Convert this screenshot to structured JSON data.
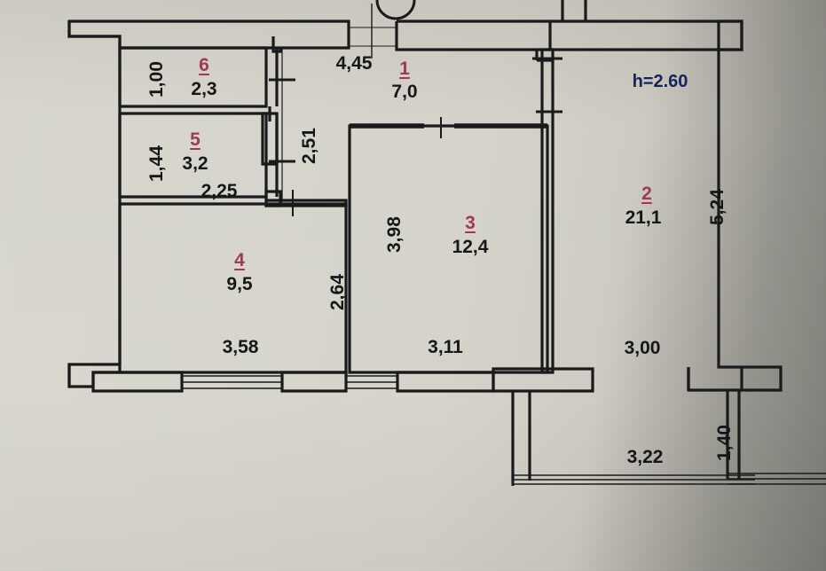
{
  "document": {
    "type": "apartment-floor-plan",
    "ceiling_height_label": "h=2.60"
  },
  "rooms": [
    {
      "id": "room-1",
      "number": "1",
      "area": "7,0",
      "role": "hallway"
    },
    {
      "id": "room-2",
      "number": "2",
      "area": "21,1",
      "role": "living-room"
    },
    {
      "id": "room-3",
      "number": "3",
      "area": "12,4",
      "role": "bedroom"
    },
    {
      "id": "room-4",
      "number": "4",
      "area": "9,5",
      "role": "kitchen"
    },
    {
      "id": "room-5",
      "number": "5",
      "area": "3,2",
      "role": "bathroom"
    },
    {
      "id": "room-6",
      "number": "6",
      "area": "2,3",
      "role": "wc"
    }
  ],
  "dimensions": {
    "d_1_00": "1,00",
    "d_1_44": "1,44",
    "d_2_25": "2,25",
    "d_2_51": "2,51",
    "d_2_64": "2,64",
    "d_3_58": "3,58",
    "d_3_98": "3,98",
    "d_3_11": "3,11",
    "d_4_45": "4,45",
    "d_5_24": "5,24",
    "d_3_00": "3,00",
    "d_3_22": "3,22",
    "d_1_40": "1,40"
  },
  "colors": {
    "paper": "#d9d7cd",
    "ink": "#16171a",
    "room_number": "#a33a5b",
    "height_note": "#16255f"
  }
}
